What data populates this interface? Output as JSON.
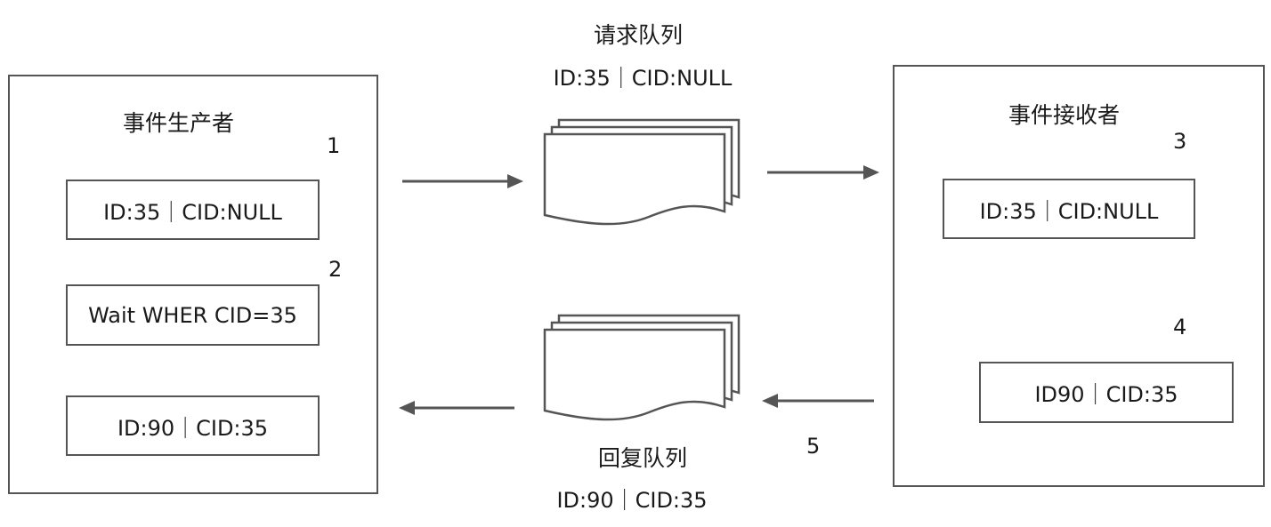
{
  "producer": {
    "title": "事件生产者",
    "step1": "1",
    "step2": "2",
    "msg_request": "ID:35｜CID:NULL",
    "msg_wait": "Wait WHER CID=35",
    "msg_reply": "ID:90｜CID:35"
  },
  "request_queue": {
    "title": "请求队列",
    "message": "ID:35｜CID:NULL"
  },
  "reply_queue": {
    "title": "回复队列",
    "message": "ID:90｜CID:35"
  },
  "consumer": {
    "title": "事件接收者",
    "step3": "3",
    "step4": "4",
    "msg_request": "ID:35｜CID:NULL",
    "msg_reply": "ID90｜CID:35"
  },
  "step5": "5",
  "colors": {
    "stroke": "#555555",
    "text": "#1a1a1a"
  }
}
